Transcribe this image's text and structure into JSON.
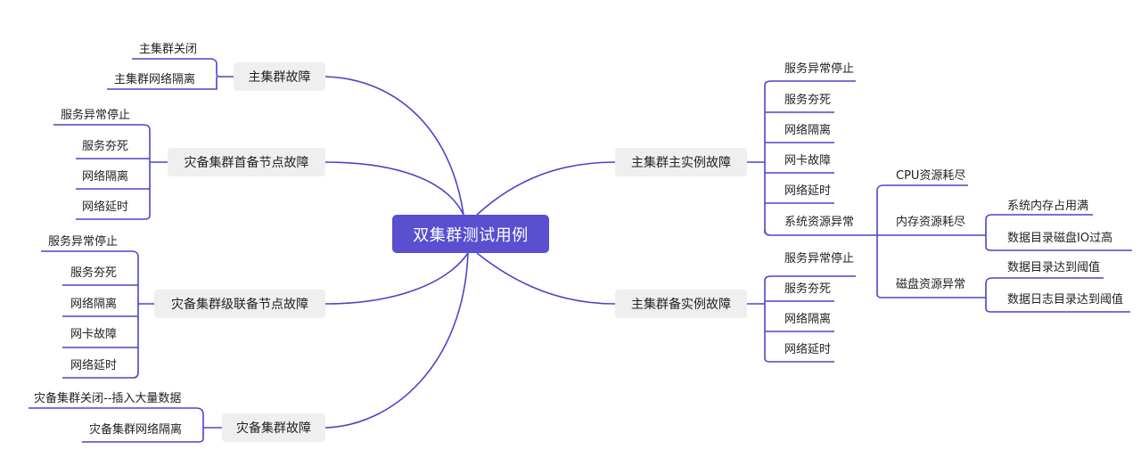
{
  "root": "双集群测试用例",
  "branches": {
    "b1": "主集群故障",
    "b2": "灾备集群首备节点故障",
    "b3": "灾备集群级联备节点故障",
    "b4": "灾备集群故障",
    "b5": "主集群主实例故障",
    "b6": "主集群备实例故障"
  },
  "b1_leaves": [
    "主集群关闭",
    "主集群网络隔离"
  ],
  "b2_leaves": [
    "服务异常停止",
    "服务夯死",
    "网络隔离",
    "网络延时"
  ],
  "b3_leaves": [
    "服务异常停止",
    "服务夯死",
    "网络隔离",
    "网卡故障",
    "网络延时"
  ],
  "b4_leaves": [
    "灾备集群关闭--插入大量数据",
    "灾备集群网络隔离"
  ],
  "b5_leaves": [
    "服务异常停止",
    "服务夯死",
    "网络隔离",
    "网卡故障",
    "网络延时",
    "系统资源异常"
  ],
  "sys_res": [
    "CPU资源耗尽",
    "内存资源耗尽",
    "磁盘资源异常"
  ],
  "mem": [
    "系统内存占用满",
    "数据目录磁盘IO过高"
  ],
  "disk": [
    "数据目录达到阈值",
    "数据日志目录达到阈值"
  ],
  "b6_leaves": [
    "服务异常停止",
    "服务夯死",
    "网络隔离",
    "网络延时"
  ],
  "colors": {
    "root": "#5a4fcf",
    "line": "#4b44c8",
    "branch_bg": "#efefef"
  }
}
